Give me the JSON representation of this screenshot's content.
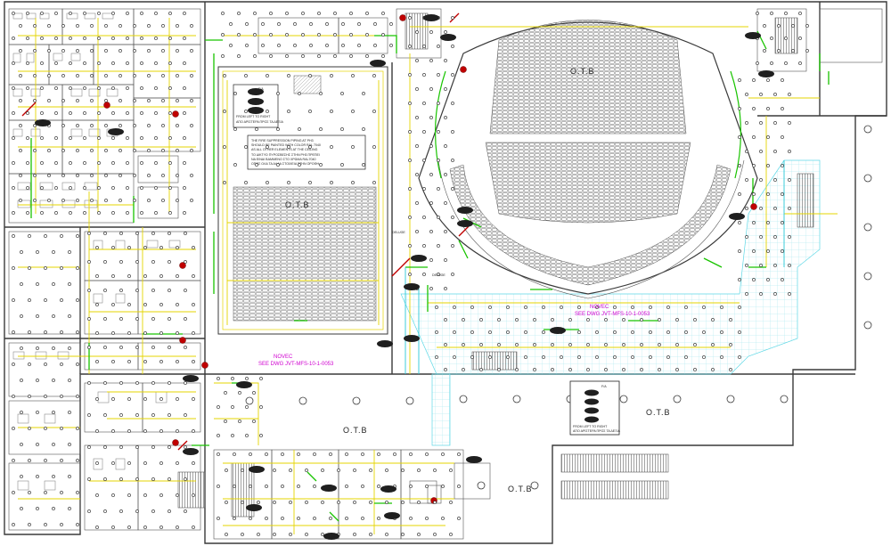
{
  "labels": {
    "otb": "O.T.B",
    "novec": "NOVEC",
    "see_dwg": "SEE DWG JVT-MFS-10-1-0053",
    "deluge": "DELUGE",
    "fa": "F/A"
  },
  "notes": {
    "fire_note_lines": [
      "THE FIRE SUPPRESSION PIPING AT PH3",
      "SHOULD BE PAINTED WITH COLOR RAL 7040",
      "AS ALL OTHER ELEMENTS AT THE CEILING",
      "ΤΟ ΔΙΚΤΥΟ ΠΥΡΟΣΒΕΣΗΣ ΣΤΗΝ PH3 ΠΡΕΠΕΙ",
      "ΝΑ ΕΙΝΑΙ ΒΑΜΜΕΝΟ ΣΤΟ ΧΡΩΜΑ RAL7040",
      "ΟΠΩΣ ΟΛΑ ΤΑ ΑΛΛΑ ΣΤΟΙΧΕΙΑ ΣΤΗΝ ΟΡΟΦΗ"
    ],
    "from_left": "FROM LEFT TO RIGHT",
    "from_left_gr": "ΑΠΟ ΑΡΙΣΤΕΡΑ ΠΡΟΣ ΤΑ ΔΕΞΙΑ"
  },
  "colors": {
    "linework": "#3a3a3a",
    "green": "#19c400",
    "yellow": "#e5d400",
    "cyan": "#5ed8e6",
    "magenta": "#d000d0",
    "red": "#c00000"
  }
}
